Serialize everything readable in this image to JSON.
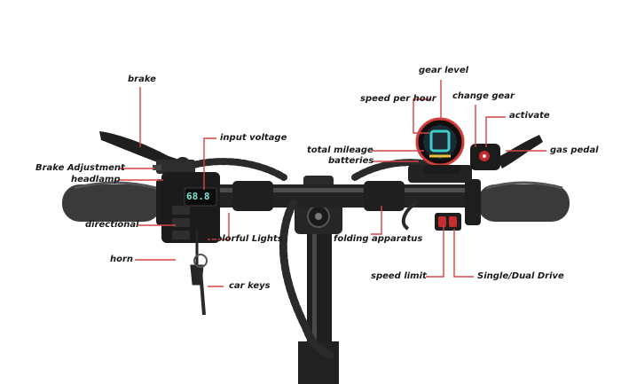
{
  "labels": {
    "brake": "brake",
    "brake_adjustment": "Brake Adjustment",
    "headlamp": "headlamp",
    "input_voltage": "input voltage",
    "directional": "directional",
    "colorful_lights": "Colorful Lights",
    "horn": "horn",
    "car_keys": "car keys",
    "gear_level": "gear level",
    "speed_per_hour": "speed per hour",
    "change_gear": "change gear",
    "activate": "activate",
    "total_mileage": "total mileage",
    "batteries": "batteries",
    "gas_pedal": "gas pedal",
    "folding_apparatus": "folding apparatus",
    "speed_limit": "speed limit",
    "single_dual_drive": "Single/Dual Drive"
  },
  "voltmeter_reading": "68.8",
  "colors": {
    "leader": "#d64545",
    "label": "#1a1a1a",
    "metal": "#2b2b2b",
    "grip": "#3a3a3a",
    "display_glow": "#3fd0c9",
    "display_ring": "#e03a3a"
  }
}
